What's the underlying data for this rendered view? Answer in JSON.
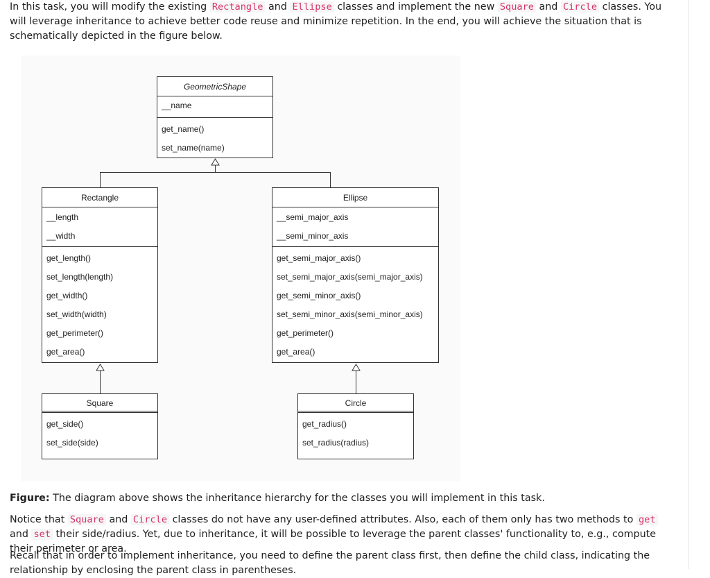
{
  "intro": {
    "t1": "In this task, you will modify the existing ",
    "c1": "Rectangle",
    "t2": " and ",
    "c2": "Ellipse",
    "t3": " classes and implement the new ",
    "c3": "Square",
    "t4": " and ",
    "c4": "Circle",
    "t5": " classes. You will leverage inheritance to achieve better code reuse and minimize repetition. In the end, you will achieve the situation that is schematically depicted in the figure below."
  },
  "diagram": {
    "geometric_shape": {
      "name": "GeometricShape",
      "attributes": [
        "__name"
      ],
      "methods": [
        "get_name()",
        "set_name(name)"
      ]
    },
    "rectangle": {
      "name": "Rectangle",
      "attributes": [
        "__length",
        "__width"
      ],
      "methods": [
        "get_length()",
        "set_length(length)",
        "get_width()",
        "set_width(width)",
        "get_perimeter()",
        "get_area()"
      ]
    },
    "ellipse": {
      "name": "Ellipse",
      "attributes": [
        "__semi_major_axis",
        "__semi_minor_axis"
      ],
      "methods": [
        "get_semi_major_axis()",
        "set_semi_major_axis(semi_major_axis)",
        "get_semi_minor_axis()",
        "set_semi_minor_axis(semi_minor_axis)",
        "get_perimeter()",
        "get_area()"
      ]
    },
    "square": {
      "name": "Square",
      "methods": [
        "get_side()",
        "set_side(side)"
      ]
    },
    "circle": {
      "name": "Circle",
      "methods": [
        "get_radius()",
        "set_radius(radius)"
      ]
    }
  },
  "caption": {
    "label": "Figure:",
    "text": " The diagram above shows the inheritance hierarchy for the classes you will implement in this task."
  },
  "notice": {
    "t1": "Notice that ",
    "c1": "Square",
    "t2": " and ",
    "c2": "Circle",
    "t3": " classes do not have any user-defined attributes. Also, each of them only has two methods to ",
    "c3": "get",
    "t4": " and ",
    "c4": "set",
    "t5": " their side/radius. Yet, due to inheritance, it will be possible to leverage the parent classes' functionality to, e.g., compute their perimeter or area."
  },
  "recall": {
    "text": "Recall that in order to implement inheritance, you need to define the parent class first, then define the child class, indicating the relationship by enclosing the parent class in parentheses."
  }
}
